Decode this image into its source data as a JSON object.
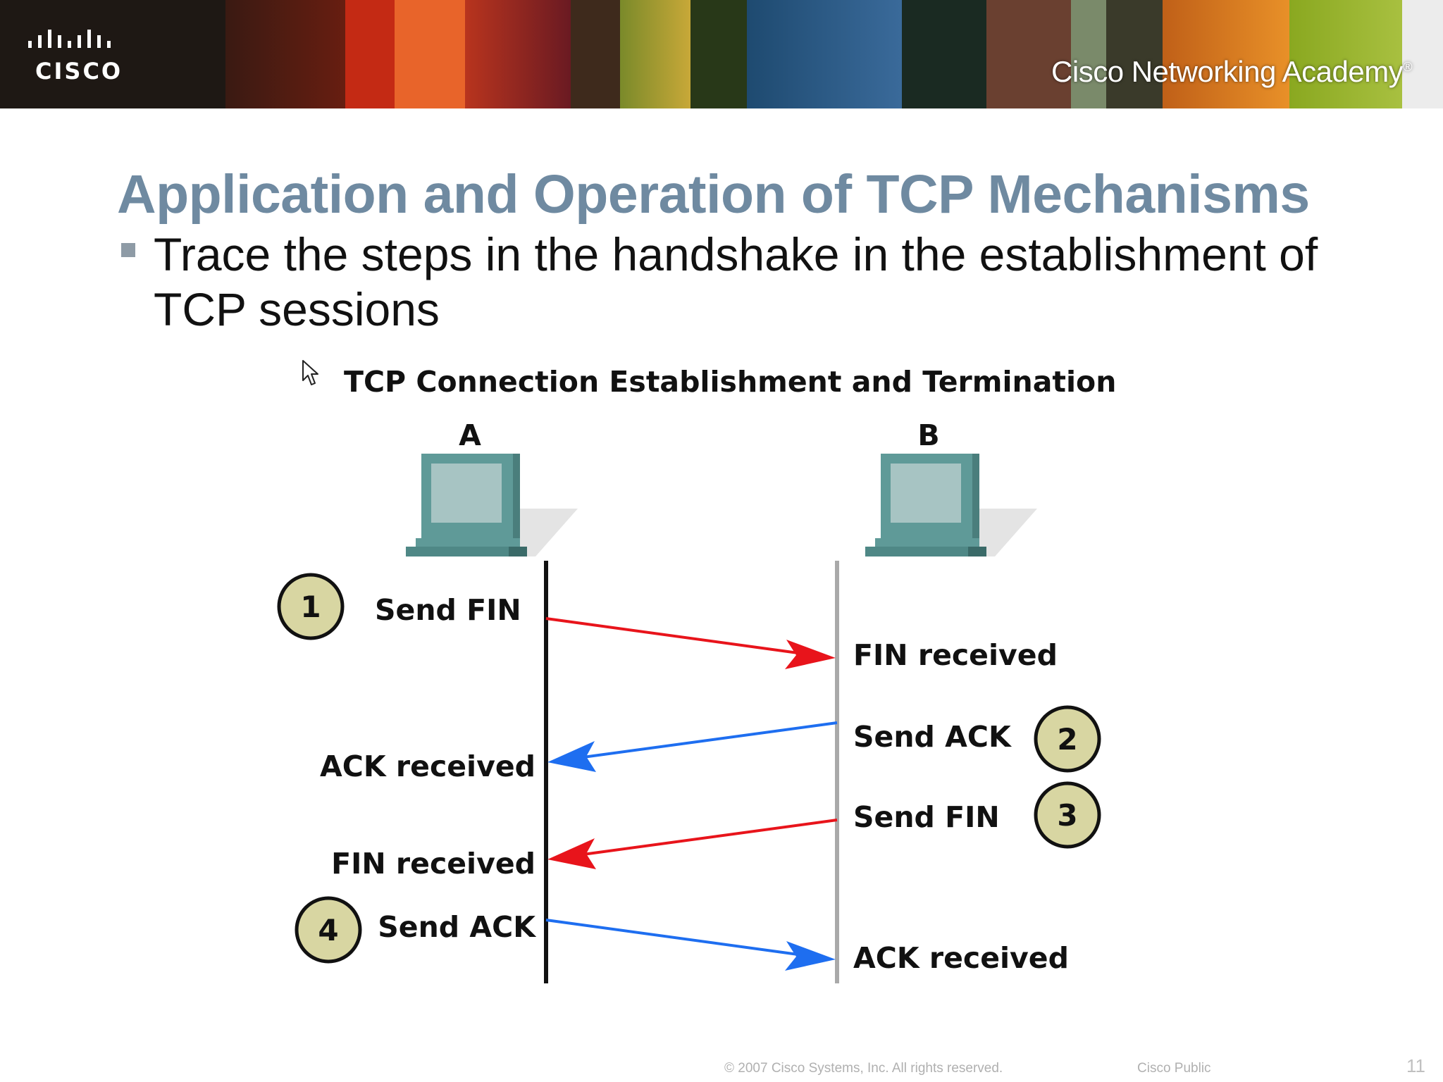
{
  "banner": {
    "logo_text": "CISCO",
    "academy": "Cisco Networking Academy",
    "academy_mark": "®"
  },
  "slide": {
    "title": "Application and Operation of TCP Mechanisms",
    "bullet": "Trace the steps in the handshake in the establishment of TCP sessions"
  },
  "diagram": {
    "title": "TCP Connection Establishment and Termination",
    "host_a": "A",
    "host_b": "B",
    "labels": {
      "a_send_fin": "Send FIN",
      "b_fin_received": "FIN received",
      "b_send_ack": "Send ACK",
      "a_ack_received": "ACK received",
      "b_send_fin": "Send FIN",
      "a_fin_received": "FIN received",
      "a_send_ack": "Send ACK",
      "b_ack_received": "ACK received"
    },
    "steps": [
      "1",
      "2",
      "3",
      "4"
    ],
    "colors": {
      "fin_arrow": "#e8141b",
      "ack_arrow": "#1e6ef0",
      "step_fill": "#d8d6a2",
      "computer": "#5f9a98"
    }
  },
  "footer": {
    "copyright": "© 2007 Cisco Systems, Inc. All rights reserved.",
    "classification": "Cisco Public",
    "page_number": "11"
  }
}
